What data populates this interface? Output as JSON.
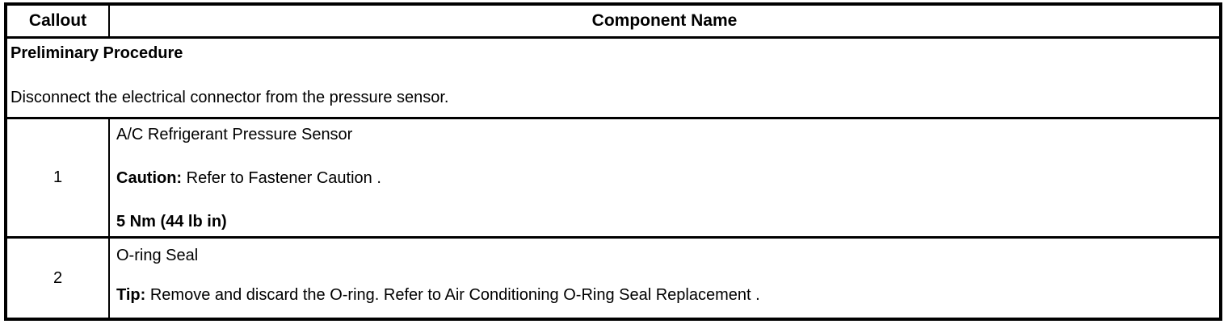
{
  "table": {
    "header": {
      "callout": "Callout",
      "component_name": "Component Name"
    },
    "preliminary": {
      "title": "Preliminary Procedure",
      "instruction": "Disconnect the electrical connector from the pressure sensor."
    },
    "rows": [
      {
        "callout": "1",
        "name": "A/C Refrigerant Pressure Sensor",
        "note_label": "Caution:",
        "note_text": " Refer to Fastener Caution .",
        "torque": "5 Nm (44 lb in)"
      },
      {
        "callout": "2",
        "name": "O-ring Seal",
        "note_label": "Tip:",
        "note_text": " Remove and discard the O-ring. Refer to Air Conditioning O-Ring Seal Replacement ."
      }
    ]
  }
}
